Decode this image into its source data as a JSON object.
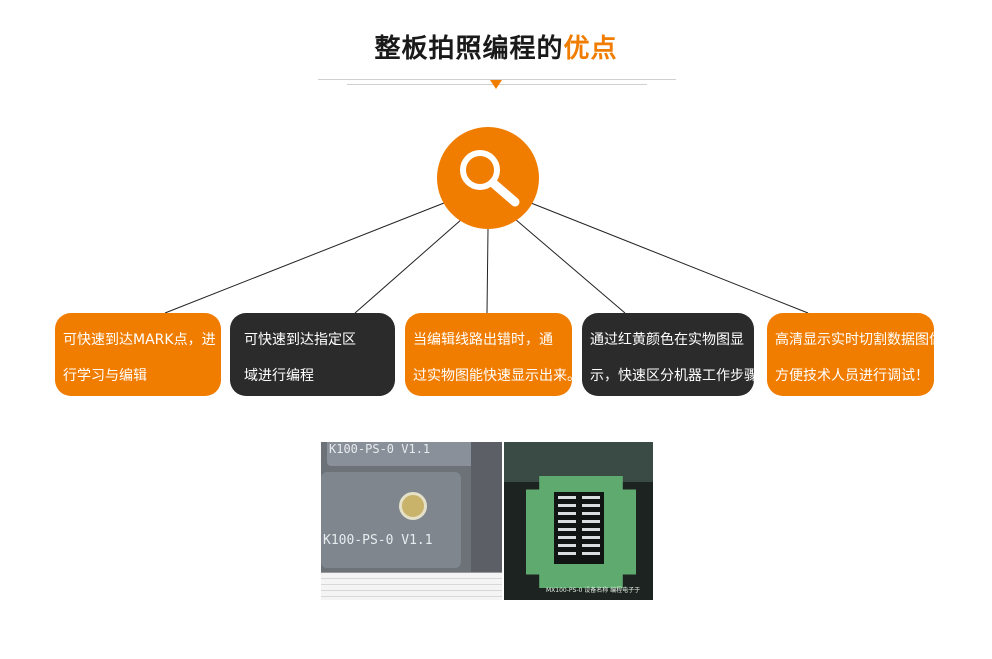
{
  "title": {
    "main": "整板拍照编程的",
    "highlight": "优点"
  },
  "hub": {
    "icon": "search-icon"
  },
  "features": [
    {
      "line1": "可快速到达MARK点，进",
      "line2": "行学习与编辑",
      "color": "orange"
    },
    {
      "line1": "可快速到达指定区",
      "line2": "域进行编程",
      "color": "dark"
    },
    {
      "line1": "当编辑线路出错时，通",
      "line2": "过实物图能快速显示出来。",
      "color": "orange"
    },
    {
      "line1": "通过红黄颜色在实物图显",
      "line2": "示，快速区分机器工作步骤",
      "color": "dark"
    },
    {
      "line1": "高清显示实时切割数据图像",
      "line2": "方便技术人员进行调试！",
      "color": "orange"
    }
  ],
  "photos": {
    "left_board_text_top": "K100-PS-0 V1.1",
    "left_board_text_bottom": "K100-PS-0 V1.1",
    "right_board_label": "MX100-PS-0 设备名称 编程电子于"
  },
  "colors": {
    "accent": "#f07c00",
    "dark": "#2b2b2b"
  }
}
